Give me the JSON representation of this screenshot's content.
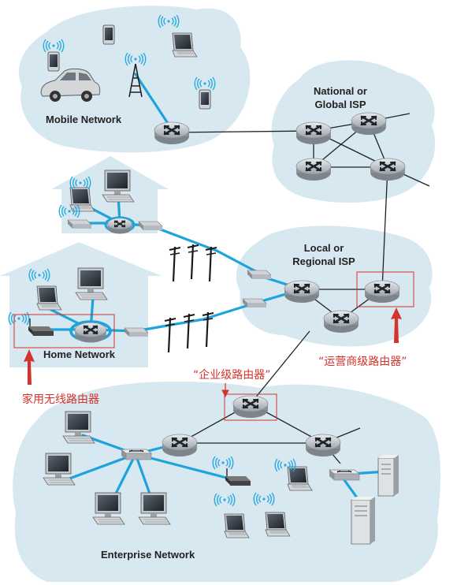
{
  "labels": {
    "mobile_network": "Mobile Network",
    "national_isp_line1": "National or",
    "national_isp_line2": "Global ISP",
    "local_isp_line1": "Local or",
    "local_isp_line2": "Regional ISP",
    "home_network": "Home Network",
    "enterprise_network": "Enterprise Network"
  },
  "annotations": {
    "enterprise_router": "“企业级路由器”",
    "carrier_router": "“运营商级路由器”",
    "home_wireless_router": "家用无线路由器"
  },
  "colors": {
    "cloud": "#d8e8f1",
    "link_blue": "#1ea3dc",
    "link_black": "#222222",
    "annotation_red": "#d4322c",
    "router_body": "#b9bec3"
  },
  "icons": [
    "router-icon",
    "switch-icon",
    "laptop-icon",
    "desktop-icon",
    "phone-icon",
    "car-icon",
    "cell-tower-icon",
    "server-icon",
    "wireless-ap-icon",
    "modem-icon",
    "utility-pole-icon",
    "house-icon"
  ]
}
